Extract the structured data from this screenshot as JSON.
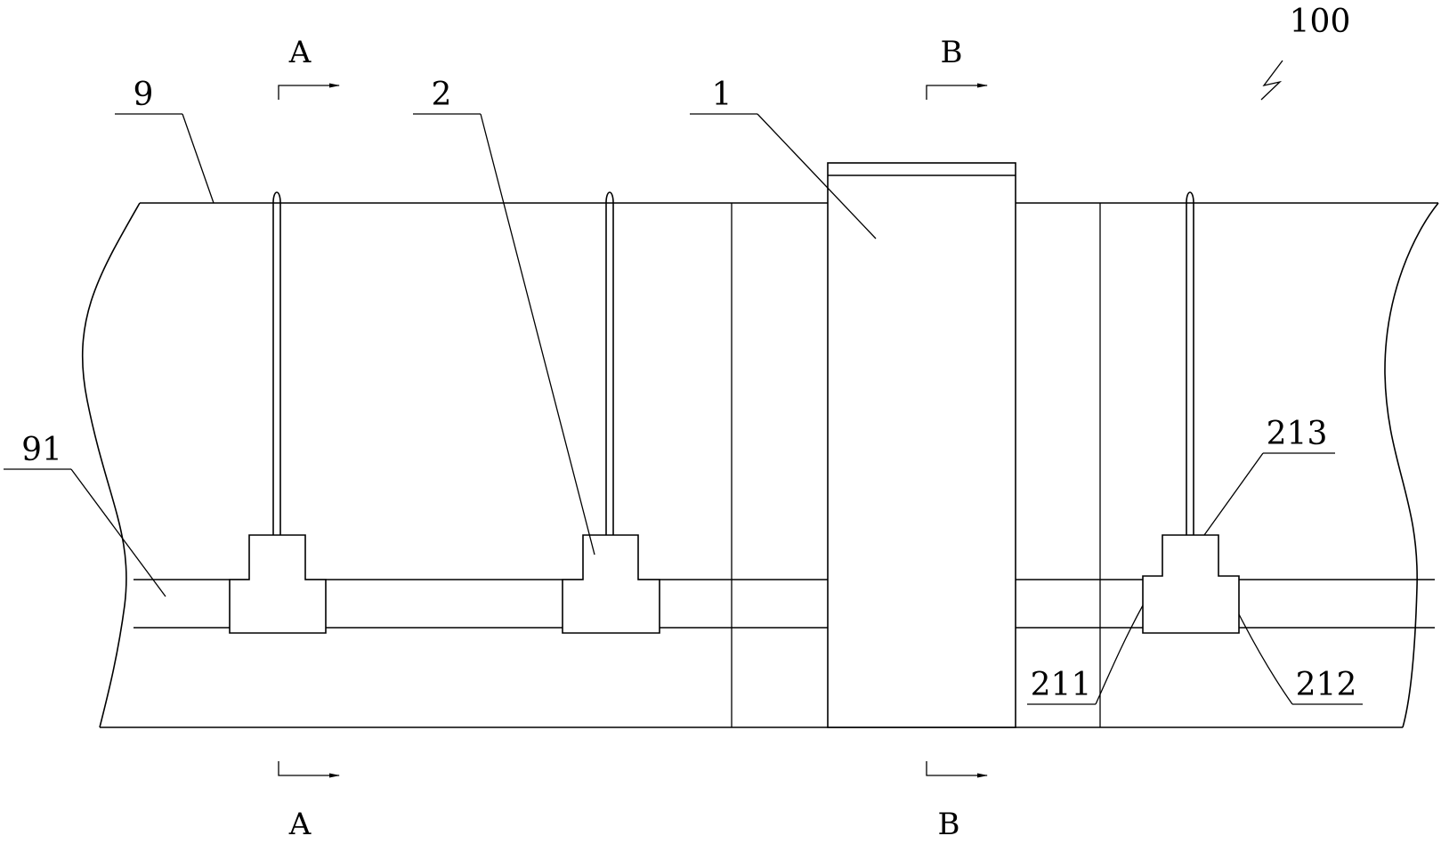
{
  "labels": {
    "assembly": "100",
    "column": "1",
    "connector": "2",
    "wall": "9",
    "pipe": "91",
    "port_left": "211",
    "port_right": "212",
    "port_top": "213"
  },
  "sections": {
    "a_top": "A",
    "a_bottom": "A",
    "b_top": "B",
    "b_bottom": "B"
  }
}
